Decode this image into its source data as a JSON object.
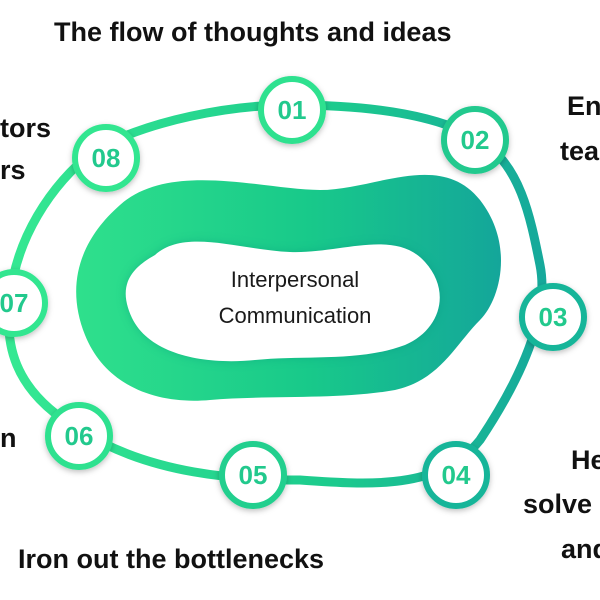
{
  "title": "The flow of thoughts and ideas",
  "center": {
    "line1": "Interpersonal",
    "line2": "Communication"
  },
  "nodes": [
    "01",
    "02",
    "03",
    "04",
    "05",
    "06",
    "07",
    "08"
  ],
  "labels": {
    "top_right": [
      "En",
      "tea"
    ],
    "top_left": [
      "tors",
      "rs"
    ],
    "right_bottom": [
      "He",
      "solve",
      "and"
    ],
    "left_mid": [
      "n"
    ],
    "bottom": "Iron out the bottlenecks"
  },
  "colors": {
    "green_light": "#2fe08c",
    "green_mid": "#18c98a",
    "teal": "#14a69a",
    "node_text": "#22c98d",
    "inner_fill": "#ffffff"
  }
}
